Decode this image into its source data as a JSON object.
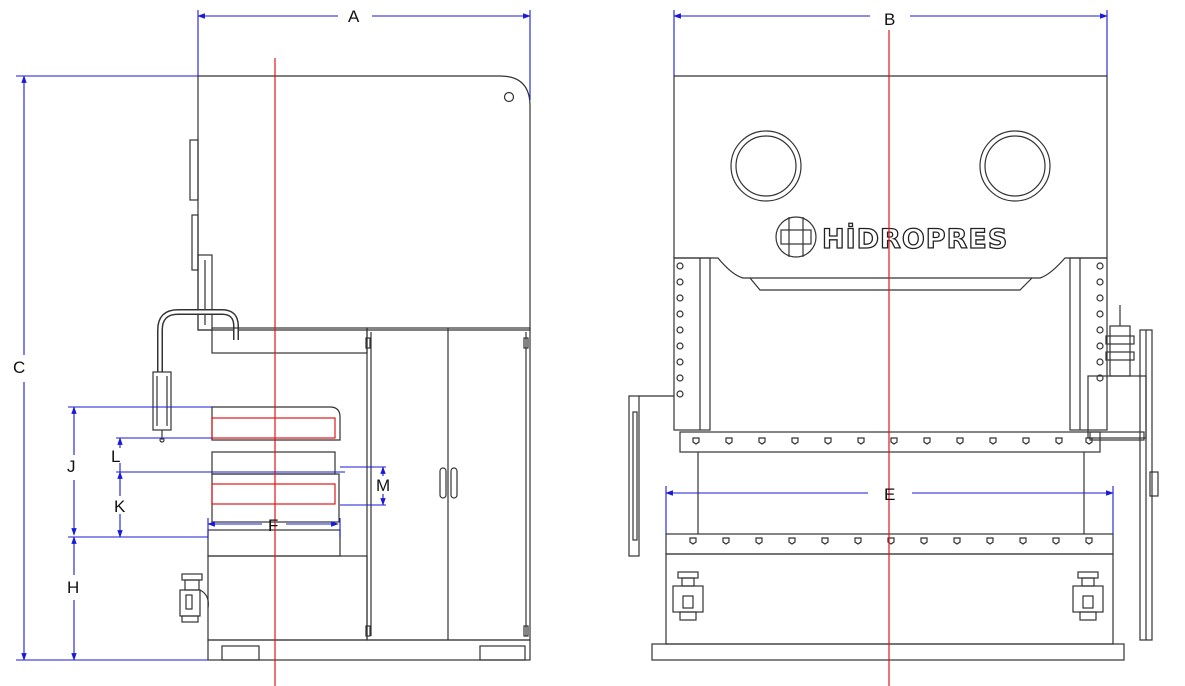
{
  "drawing": {
    "side_view": {
      "dimensions": {
        "A": "A",
        "C": "C",
        "F": "F",
        "H": "H",
        "J": "J",
        "K": "K",
        "L": "L",
        "M": "M"
      }
    },
    "front_view": {
      "dimensions": {
        "B": "B",
        "E": "E"
      },
      "brand_logo": "HİDROPRES"
    },
    "colors": {
      "dimension_lines": "#1a1ad6",
      "center_lines": "#e01818",
      "outline": "#333333"
    }
  }
}
